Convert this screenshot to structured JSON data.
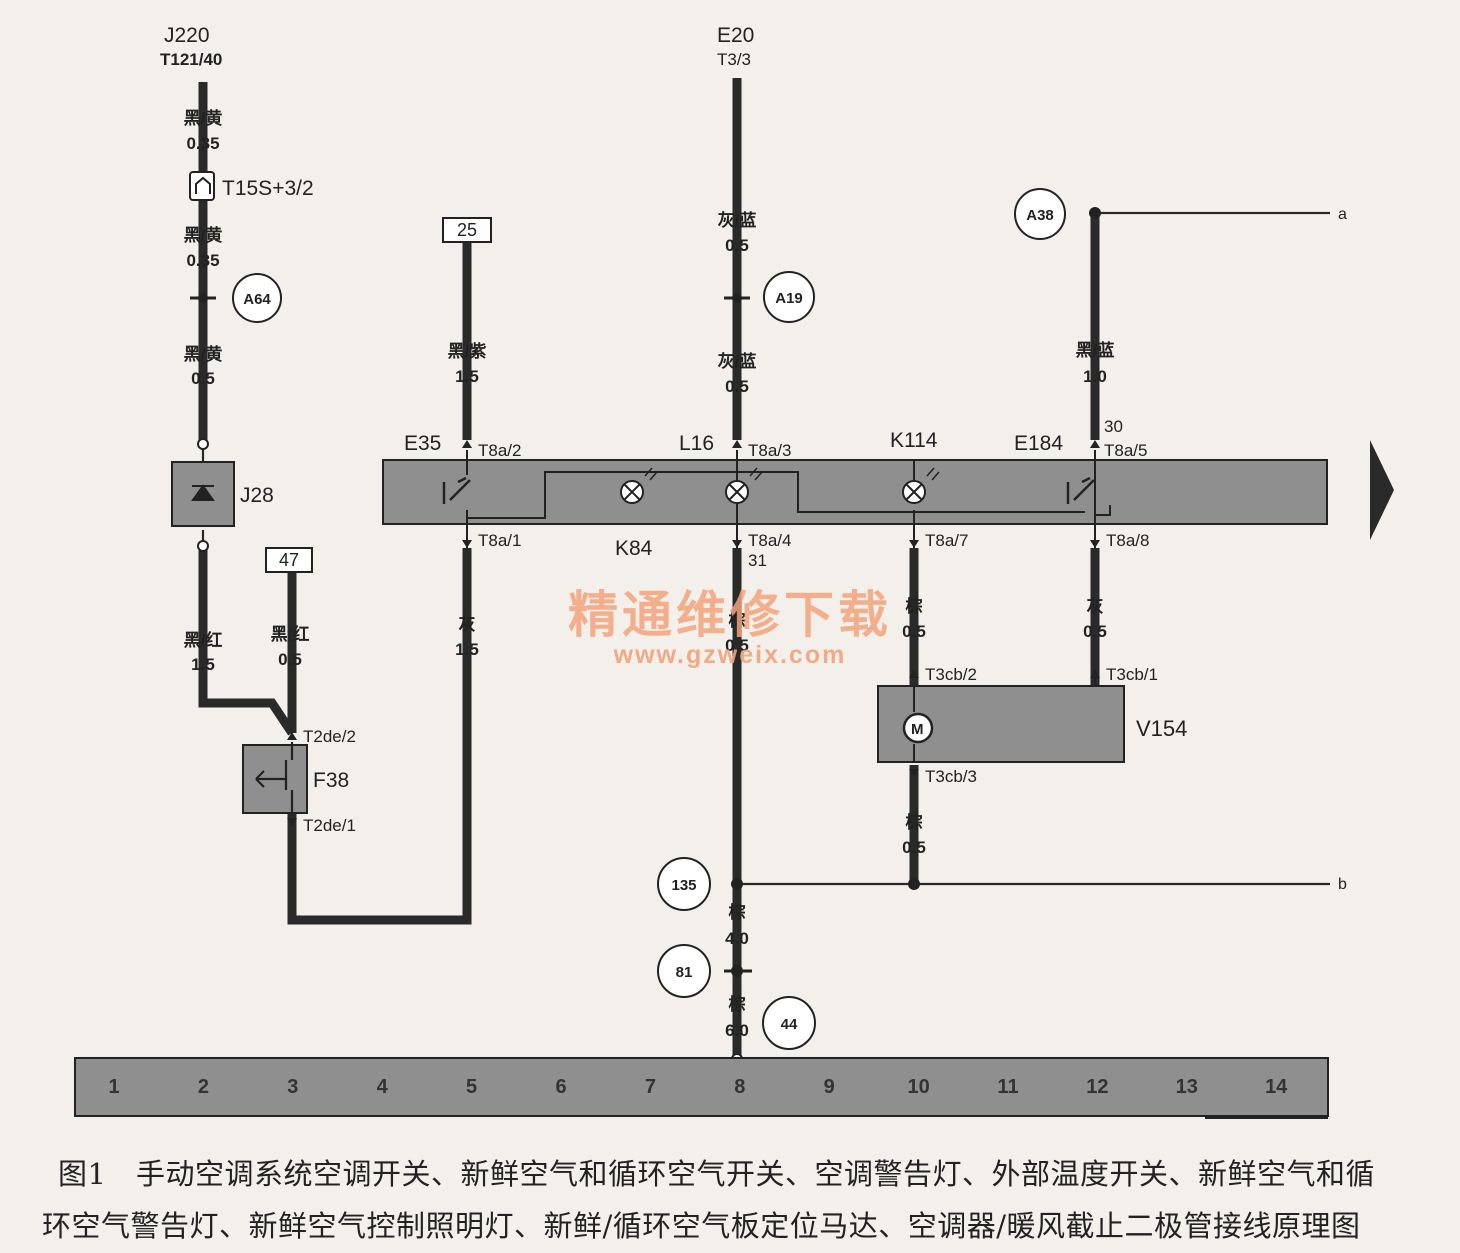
{
  "components": {
    "j220": "J220",
    "j220_pin": "T121/40",
    "e20": "E20",
    "e20_pin": "T3/3",
    "t15s": "T15S+3/2",
    "j28": "J28",
    "f38": "F38",
    "e35": "E35",
    "l16": "L16",
    "k114": "K114",
    "e184": "E184",
    "k84": "K84",
    "v154": "V154",
    "motor": "M"
  },
  "boxes": {
    "b25": "25",
    "b47": "47"
  },
  "connectors": {
    "a64": "A64",
    "a19": "A19",
    "a38": "A38",
    "c135": "135",
    "c81": "81",
    "c44": "44"
  },
  "wires": {
    "w1_color": "黑/黄",
    "w1_size": "0.35",
    "w2_color": "黑/黄",
    "w2_size": "0.35",
    "w3_color": "黑/黄",
    "w3_size": "0.5",
    "w4_color": "黑/红",
    "w4_size": "1.5",
    "w5_color": "黑/红",
    "w5_size": "0.5",
    "w6_color": "黑/紫",
    "w6_size": "1.5",
    "w7_color": "灰",
    "w7_size": "1.5",
    "w8_color": "灰/蓝",
    "w8_size": "0.5",
    "w9_color": "灰/蓝",
    "w9_size": "0.5",
    "w10_color": "棕",
    "w10_size": "0.5",
    "w11_color": "棕",
    "w11_size": "0.5",
    "w12_color": "棕",
    "w12_size": "0.5",
    "w13_color": "黑/蓝",
    "w13_size": "1.0",
    "w14_color": "灰",
    "w14_size": "0.5",
    "w15_color": "棕",
    "w15_size": "4.0",
    "w16_color": "棕",
    "w16_size": "6.0"
  },
  "pins": {
    "t8a2": "T8a/2",
    "t8a3": "T8a/3",
    "t8a5": "T8a/5",
    "pin30": "30",
    "t8a1": "T8a/1",
    "t8a4": "T8a/4",
    "pin31": "31",
    "t8a7": "T8a/7",
    "t8a8": "T8a/8",
    "t3cb2": "T3cb/2",
    "t3cb1": "T3cb/1",
    "t3cb3": "T3cb/3",
    "t2de2": "T2de/2",
    "t2de1": "T2de/1"
  },
  "refs": {
    "a": "a",
    "b": "b"
  },
  "watermark": {
    "title": "精通维修下载",
    "url": "www.gzweix.com"
  },
  "bus_numbers": [
    "1",
    "2",
    "3",
    "4",
    "5",
    "6",
    "7",
    "8",
    "9",
    "10",
    "11",
    "12",
    "13",
    "14"
  ],
  "caption": {
    "line1": "图1　手动空调系统空调开关、新鲜空气和循环空气开关、空调警告灯、外部温度开关、新鲜空气和循",
    "line2": "环空气警告灯、新鲜空气控制照明灯、新鲜/循环空气板定位马达、空调器/暖风截止二极管接线原理图"
  }
}
